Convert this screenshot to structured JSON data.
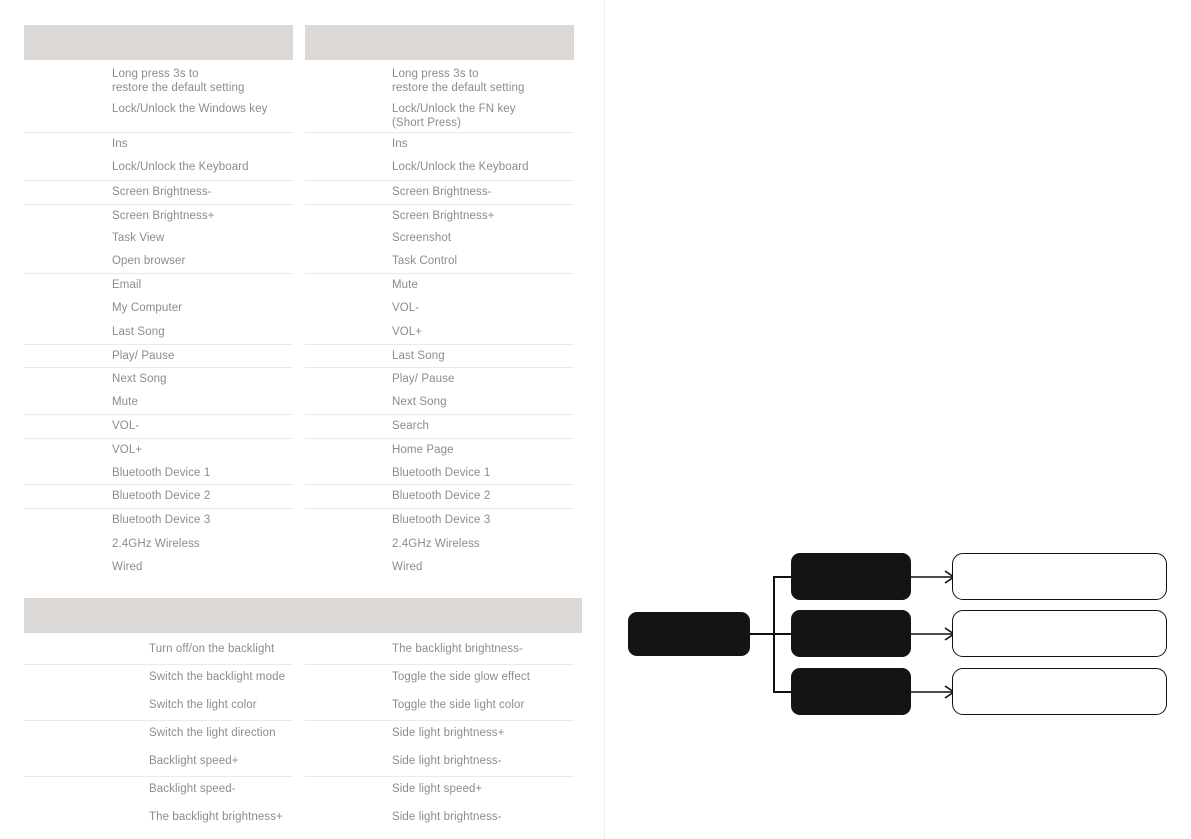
{
  "page": {
    "background_color": "#ffffff",
    "divider_color": "#eeeeee",
    "header_bar_color": "#dbd8d6",
    "row_rule_color": "#ebeaea",
    "text_color": "#8c8c8c",
    "dark_box_color": "#141414"
  },
  "tables": [
    {
      "id": "windows-mode-table",
      "header_label": "",
      "rows": [
        {
          "label": "Long press 3s to\nrestore the default setting",
          "rule_above": false
        },
        {
          "label": "Lock/Unlock the Windows key",
          "rule_above": false
        },
        {
          "label": "Ins",
          "rule_above": true
        },
        {
          "label": "Lock/Unlock the Keyboard",
          "rule_above": false
        },
        {
          "label": "Screen Brightness-",
          "rule_above": true
        },
        {
          "label": "Screen Brightness+",
          "rule_above": true
        },
        {
          "label": "Task View",
          "rule_above": false
        },
        {
          "label": "Open browser",
          "rule_above": false
        },
        {
          "label": "Email",
          "rule_above": true
        },
        {
          "label": "My Computer",
          "rule_above": false
        },
        {
          "label": "Last Song",
          "rule_above": false
        },
        {
          "label": "Play/ Pause",
          "rule_above": true
        },
        {
          "label": "Next Song",
          "rule_above": true
        },
        {
          "label": "Mute",
          "rule_above": false
        },
        {
          "label": "VOL-",
          "rule_above": true
        },
        {
          "label": "VOL+",
          "rule_above": true
        },
        {
          "label": "Bluetooth Device 1",
          "rule_above": false
        },
        {
          "label": "Bluetooth Device 2",
          "rule_above": true
        },
        {
          "label": "Bluetooth Device 3",
          "rule_above": true
        },
        {
          "label": " 2.4GHz Wireless",
          "rule_above": false
        },
        {
          "label": "Wired",
          "rule_above": false
        }
      ]
    },
    {
      "id": "mac-mode-table",
      "header_label": "",
      "rows": [
        {
          "label": "Long press 3s to\nrestore the default setting",
          "rule_above": false
        },
        {
          "label": "Lock/Unlock the FN key\n(Short Press)",
          "rule_above": false
        },
        {
          "label": "Ins",
          "rule_above": true
        },
        {
          "label": "Lock/Unlock the Keyboard",
          "rule_above": false
        },
        {
          "label": "Screen Brightness-",
          "rule_above": true
        },
        {
          "label": "Screen Brightness+",
          "rule_above": true
        },
        {
          "label": "Screenshot",
          "rule_above": false
        },
        {
          "label": "Task Control",
          "rule_above": false
        },
        {
          "label": "Mute",
          "rule_above": true
        },
        {
          "label": "VOL-",
          "rule_above": false
        },
        {
          "label": "VOL+",
          "rule_above": false
        },
        {
          "label": "Last Song",
          "rule_above": true
        },
        {
          "label": "Play/ Pause",
          "rule_above": true
        },
        {
          "label": "Next Song",
          "rule_above": false
        },
        {
          "label": "Search",
          "rule_above": true
        },
        {
          "label": "Home Page",
          "rule_above": true
        },
        {
          "label": "Bluetooth Device 1",
          "rule_above": false
        },
        {
          "label": "Bluetooth Device 2",
          "rule_above": true
        },
        {
          "label": "Bluetooth Device 3",
          "rule_above": true
        },
        {
          "label": " 2.4GHz Wireless",
          "rule_above": false
        },
        {
          "label": "Wired",
          "rule_above": false
        }
      ]
    }
  ],
  "backlight_table": {
    "id": "backlight-table",
    "header_label": "",
    "rows": [
      {
        "left": "Turn off/on the backlight",
        "right": "The backlight brightness-",
        "rule_above": false
      },
      {
        "left": "Switch the backlight mode",
        "right": "Toggle the side glow effect",
        "rule_above": true
      },
      {
        "left": "Switch the light color",
        "right": "Toggle the side light color",
        "rule_above": false
      },
      {
        "left": "Switch the light direction",
        "right": "Side light brightness+",
        "rule_above": true
      },
      {
        "left": "Backlight speed+",
        "right": "Side light brightness-",
        "rule_above": false
      },
      {
        "left": "Backlight speed-",
        "right": "Side light speed+",
        "rule_above": true
      },
      {
        "left": "The backlight brightness+",
        "right": "Side light brightness-",
        "rule_above": false
      }
    ]
  },
  "status_icons": [
    {
      "name": "windows-lock-icon",
      "label": ""
    },
    {
      "name": "lock-icon",
      "label": ""
    },
    {
      "name": "battery-icon",
      "label": ""
    }
  ],
  "flow_diagram": {
    "root": {
      "label": ""
    },
    "branches": [
      {
        "label": "",
        "target_label": ""
      },
      {
        "label": "",
        "target_label": ""
      },
      {
        "label": "",
        "target_label": ""
      }
    ]
  },
  "swatch": {
    "label": "",
    "color": "#111111"
  }
}
